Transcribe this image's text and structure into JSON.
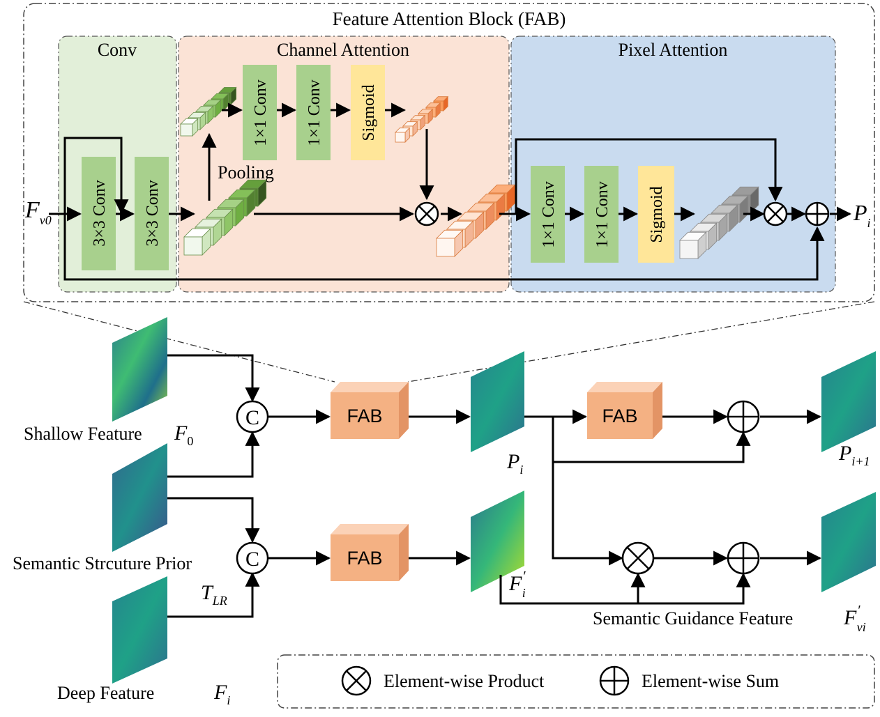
{
  "fab_block": {
    "title": "Feature Attention Block (FAB)",
    "conv_title": "Conv",
    "channel_title": "Channel Attention",
    "pixel_title": "Pixel Attention",
    "conv3x3_a": "3×3 Conv",
    "conv3x3_b": "3×3 Conv",
    "ca_conv1": "1×1 Conv",
    "ca_conv2": "1×1 Conv",
    "ca_sigmoid": "Sigmoid",
    "pa_conv1": "1×1 Conv",
    "pa_conv2": "1×1 Conv",
    "pa_sigmoid": "Sigmoid",
    "pooling": "Pooling",
    "input_F": "F",
    "input_sub": "v0",
    "output_P": "P",
    "output_sub": "i"
  },
  "main": {
    "fab_label": "FAB",
    "concat_symbol": "C",
    "shallow_label": "Shallow Feature",
    "shallow_sym": "F",
    "shallow_sub": "0",
    "prior_label": "Semantic Strcuture Prior",
    "prior_sym": "T",
    "prior_sub": "LR",
    "deep_label": "Deep Feature",
    "deep_sym": "F",
    "deep_sub": "i",
    "p_i": "P",
    "p_i_sub": "i",
    "p_next": "P",
    "p_next_sub": "i+1",
    "f_i_prime": "F",
    "f_i_prime_sub": "i",
    "sgf_label": "Semantic Guidance Feature",
    "sgf_sym": "F",
    "sgf_sub": "vi",
    "prime": "′"
  },
  "legend": {
    "product": "Element-wise Product",
    "sum": "Element-wise Sum"
  },
  "colors": {
    "conv_bg": "#e2efd9",
    "channel_bg": "#fbe3d6",
    "pixel_bg": "#c9dbef",
    "green_block": "#a8d08d",
    "sigmoid_block": "#ffe699",
    "fab_block": "#f4b183"
  }
}
